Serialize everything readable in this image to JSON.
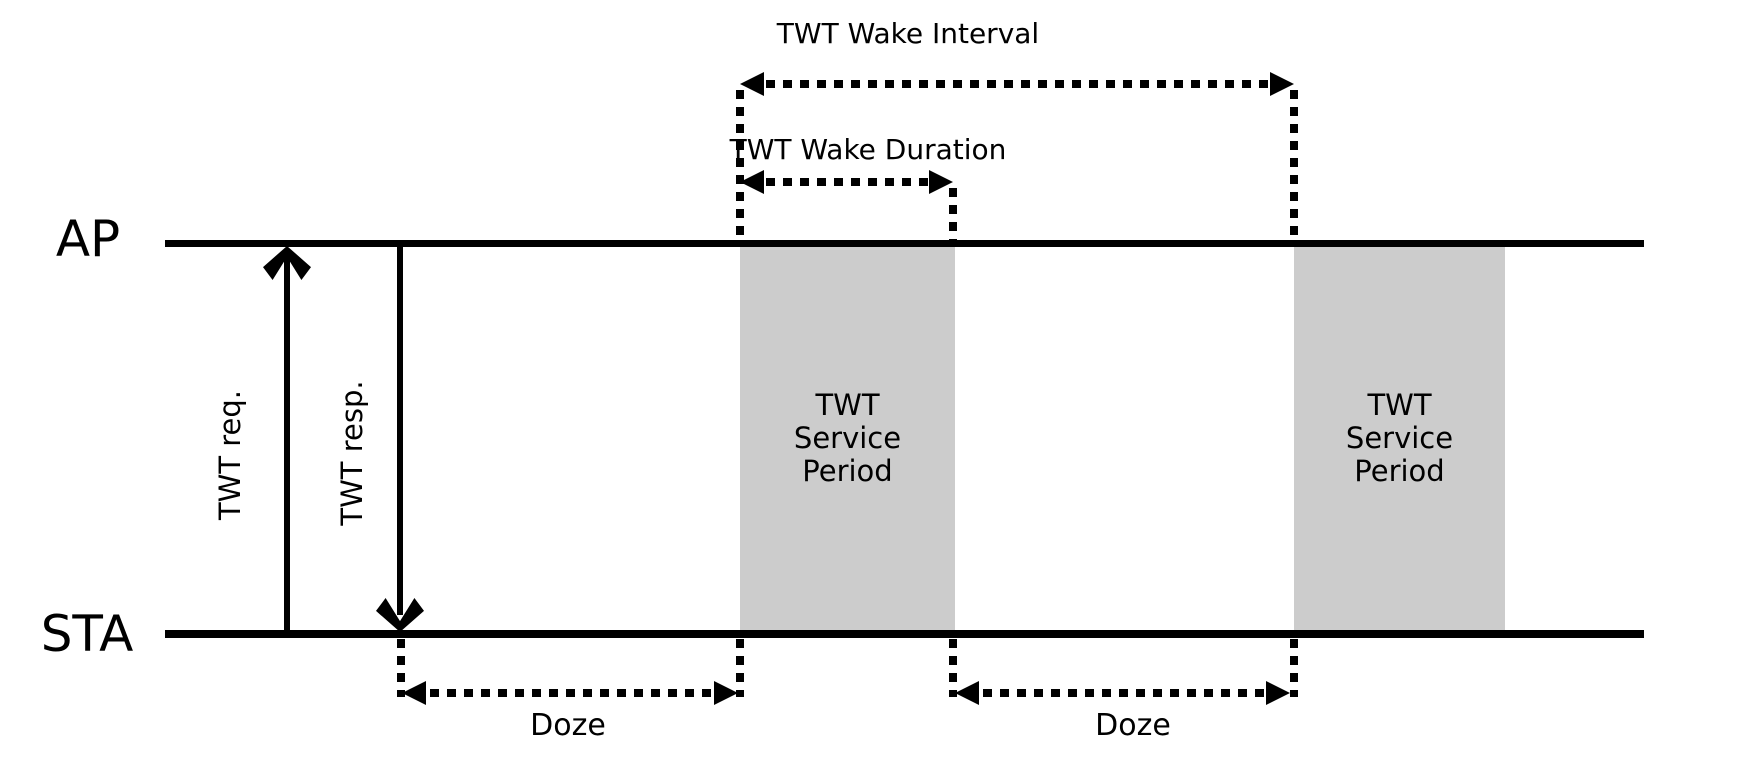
{
  "diagram": {
    "title_context": "TWT timing diagram",
    "endpoints": {
      "ap_label": "AP",
      "sta_label": "STA"
    },
    "messages": {
      "request_label": "TWT req.",
      "response_label": "TWT resp."
    },
    "intervals": {
      "wake_interval_label": "TWT Wake Interval",
      "wake_duration_label": "TWT Wake Duration",
      "doze_left_label": "Doze",
      "doze_right_label": "Doze"
    },
    "service_periods": [
      {
        "lines": [
          "TWT",
          "Service",
          "Period"
        ]
      },
      {
        "lines": [
          "TWT",
          "Service",
          "Period"
        ]
      }
    ],
    "colors": {
      "line": "#000000",
      "service_fill": "#cccccc",
      "background": "#ffffff",
      "text": "#000000"
    }
  }
}
